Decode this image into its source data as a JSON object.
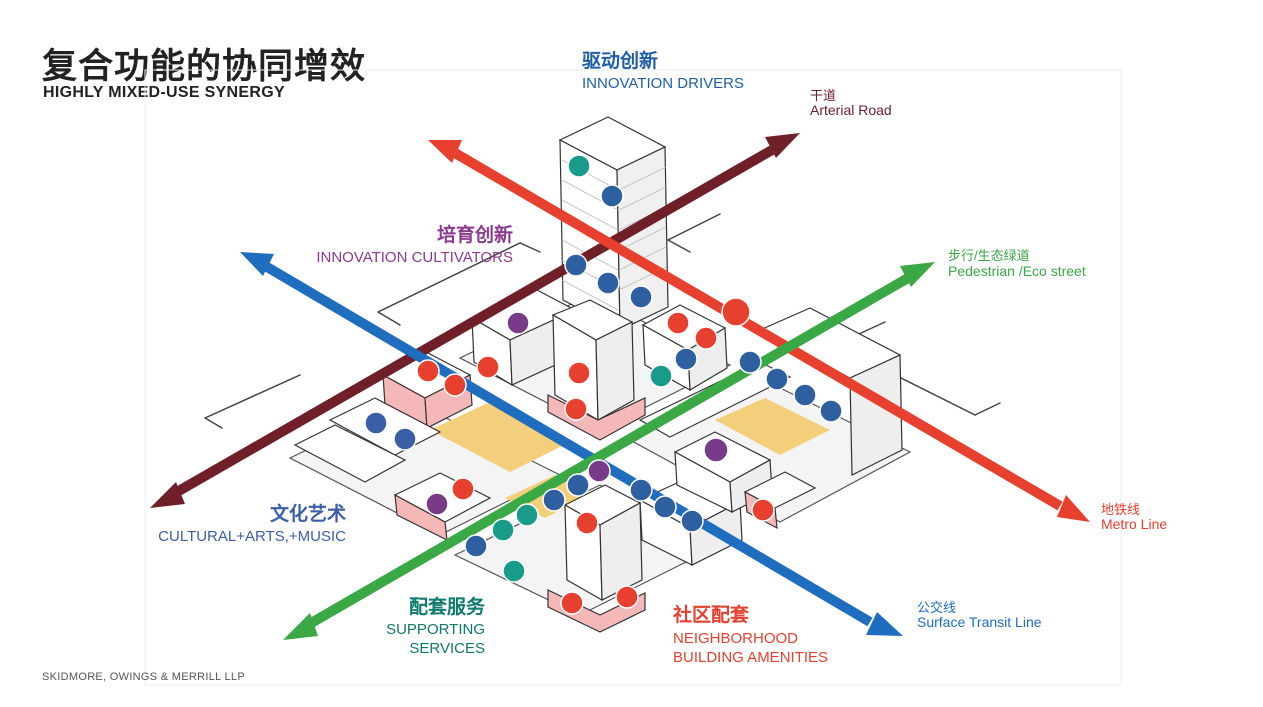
{
  "header": {
    "title_cn": "复合功能的协同增效",
    "title_en": "HIGHLY MIXED-USE SYNERGY"
  },
  "footer": {
    "credit": "SKIDMORE, OWINGS & MERRILL LLP"
  },
  "categories": {
    "innovation_drivers": {
      "cn": "驱动创新",
      "en": "INNOVATION DRIVERS",
      "color": "#1f5fa8"
    },
    "innovation_cultivators": {
      "cn": "培育创新",
      "en": "INNOVATION CULTIVATORS",
      "color": "#8b3a8f"
    },
    "cultural": {
      "cn": "文化艺术",
      "en": "CULTURAL+ARTS,+MUSIC",
      "color": "#3a5ea8"
    },
    "supporting": {
      "cn": "配套服务",
      "en1": "SUPPORTING",
      "en2": "SERVICES",
      "color": "#0f7a6e"
    },
    "neighborhood": {
      "cn": "社区配套",
      "en1": "NEIGHBORHOOD",
      "en2": "BUILDING AMENITIES",
      "color": "#e8402e"
    }
  },
  "corridors": {
    "arterial": {
      "cn": "干道",
      "en": "Arterial Road",
      "color": "#6e1f28"
    },
    "pedestrian": {
      "cn": "步行/生态绿道",
      "en": "Pedestrian /Eco street",
      "color": "#3aa845"
    },
    "metro": {
      "cn": "地铁线",
      "en": "Metro Line",
      "color": "#e8402e"
    },
    "transit": {
      "cn": "公交线",
      "en": "Surface Transit Line",
      "color": "#1f6dbf"
    }
  },
  "icons": [
    {
      "name": "money-icon",
      "color": "#1a9b8a"
    },
    {
      "name": "brain-icon",
      "color": "#2e5fa0"
    },
    {
      "name": "shopping-cart-icon",
      "color": "#e8402e"
    },
    {
      "name": "building-icon",
      "color": "#7a3a8a"
    }
  ]
}
